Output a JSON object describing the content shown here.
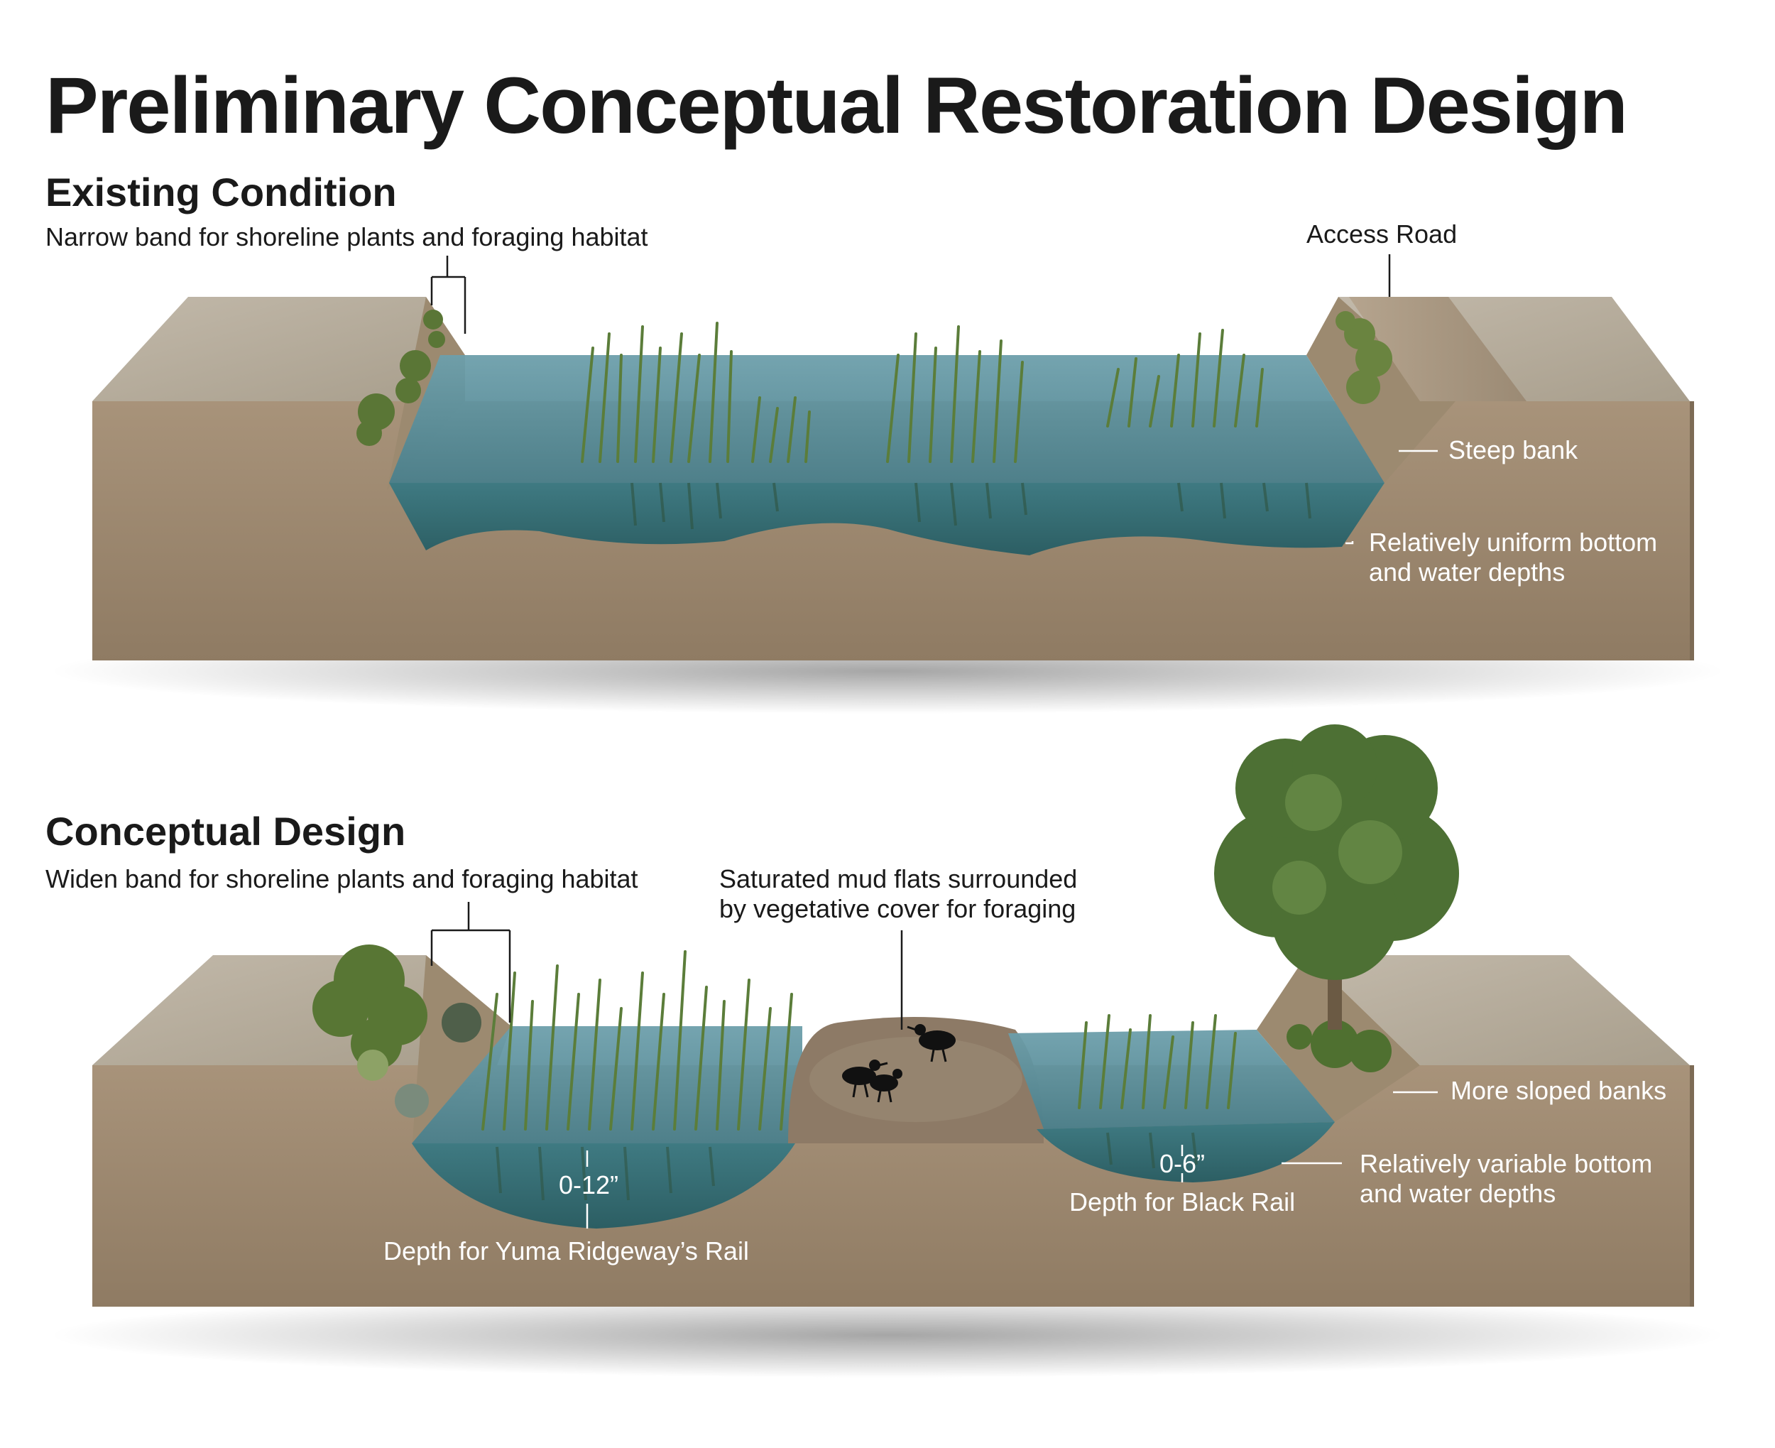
{
  "title": "Preliminary Conceptual Restoration Design",
  "existing": {
    "heading": "Existing Condition",
    "labels": {
      "narrow_band": "Narrow band for shoreline plants and foraging habitat",
      "access_road": "Access Road",
      "steep_bank": "Steep bank",
      "uniform_bottom_1": "Relatively uniform bottom",
      "uniform_bottom_2": "and water depths"
    }
  },
  "design": {
    "heading": "Conceptual Design",
    "labels": {
      "widen_band": "Widen band for shoreline plants and foraging habitat",
      "mud_flats_1": "Saturated mud flats surrounded",
      "mud_flats_2": "by vegetative cover for foraging",
      "sloped_banks": "More sloped banks",
      "variable_bottom_1": "Relatively variable bottom",
      "variable_bottom_2": "and water depths",
      "depth_yuma": "0-12”",
      "depth_yuma_label": "Depth for Yuma Ridgeway’s Rail",
      "depth_black": "0-6”",
      "depth_black_label": "Depth for Black Rail"
    }
  },
  "colors": {
    "soil_front": "#a08c72",
    "soil_top": "#b6ab9a",
    "water": "#4f8a95",
    "vegetation": "#5f7e3c",
    "road": "#a99a84"
  }
}
